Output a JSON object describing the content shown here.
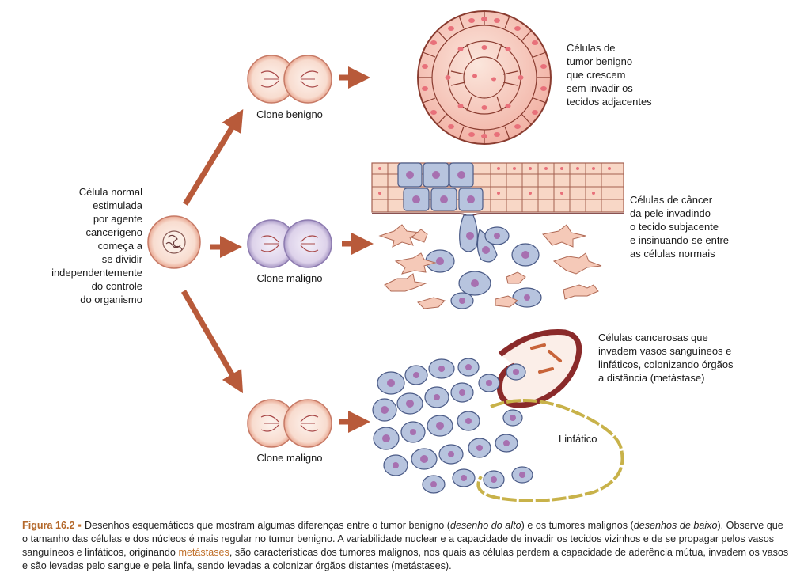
{
  "labels": {
    "normal_cell": [
      "Célula normal",
      "estimulada",
      "por agente",
      "cancerígeno",
      "começa a",
      "se dividir",
      "independentemente",
      "do controle",
      "do organismo"
    ],
    "clone_benign": "Clone benigno",
    "clone_malignant_top": "Clone maligno",
    "clone_malignant_bottom": "Clone maligno",
    "benign_tumor": [
      "Células de",
      "tumor benigno",
      "que crescem",
      "sem invadir os",
      "tecidos adjacentes"
    ],
    "skin_cancer": [
      "Células de câncer",
      "da pele invadindo",
      "o tecido subjacente",
      "e insinuando-se entre",
      "as células normais"
    ],
    "metastasis": [
      "Células cancerosas que",
      "invadem vasos sanguíneos e",
      "linfáticos, colonizando órgãos",
      "a distância (metástase)"
    ],
    "lymphatic": "Linfático"
  },
  "caption": {
    "figure": "Figura 16.2",
    "bullet": "▪",
    "lines": [
      [
        "Desenhos esquemáticos que mostram algumas diferenças entre o tumor benigno (",
        "desenho do alto",
        ") e os tumores malignos (",
        "desenhos de baixo",
        "). Observe que"
      ],
      [
        "o tamanho das células e dos núcleos é mais regular no tumor benigno. A variabilidade nuclear e a capacidade de invadir os tecidos vizinhos e de se propagar pelos vasos"
      ],
      [
        "sanguíneos e linfáticos, originando ",
        "metástases",
        ", são características dos tumores malignos, nos quais as células perdem a capacidade de aderência mútua, invadem os vasos"
      ],
      [
        "e são levadas pelo sangue e pela linfa, sendo levadas a colonizar órgãos distantes (metástases)."
      ]
    ]
  },
  "colors": {
    "arrow": "#b85a3a",
    "benign_cell": "#f6c6bc",
    "benign_border": "#8a3c30",
    "nucleus_pink": "#e8707a",
    "malignant_cell": "#b7c4de",
    "malignant_border": "#4a5a86",
    "malignant_nucleus": "#a770b0",
    "dividing_malignant": "#ddd2ea",
    "vessel": "#8a2a2a",
    "lymph": "#c8b24a"
  }
}
